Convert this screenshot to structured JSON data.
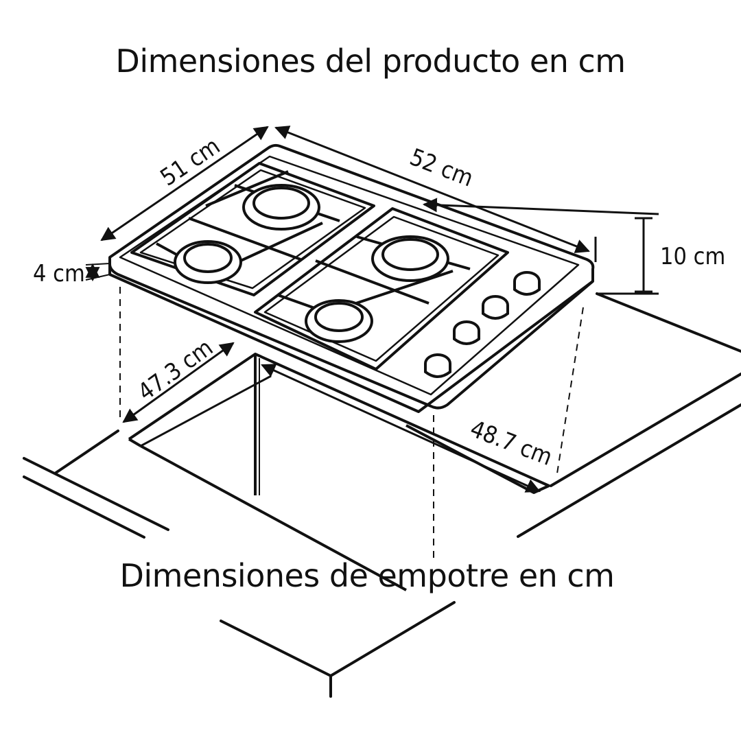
{
  "titles": {
    "product": "Dimensiones del producto en cm",
    "cutout": "Dimensiones de empotre en cm"
  },
  "dimensions": {
    "depth": "51 cm",
    "width": "52 cm",
    "height_total": "10 cm",
    "thickness": "4 cm",
    "cutout_depth": "47.3 cm",
    "cutout_width": "48.7 cm"
  },
  "colors": {
    "line": "#111111",
    "background": "#ffffff"
  }
}
